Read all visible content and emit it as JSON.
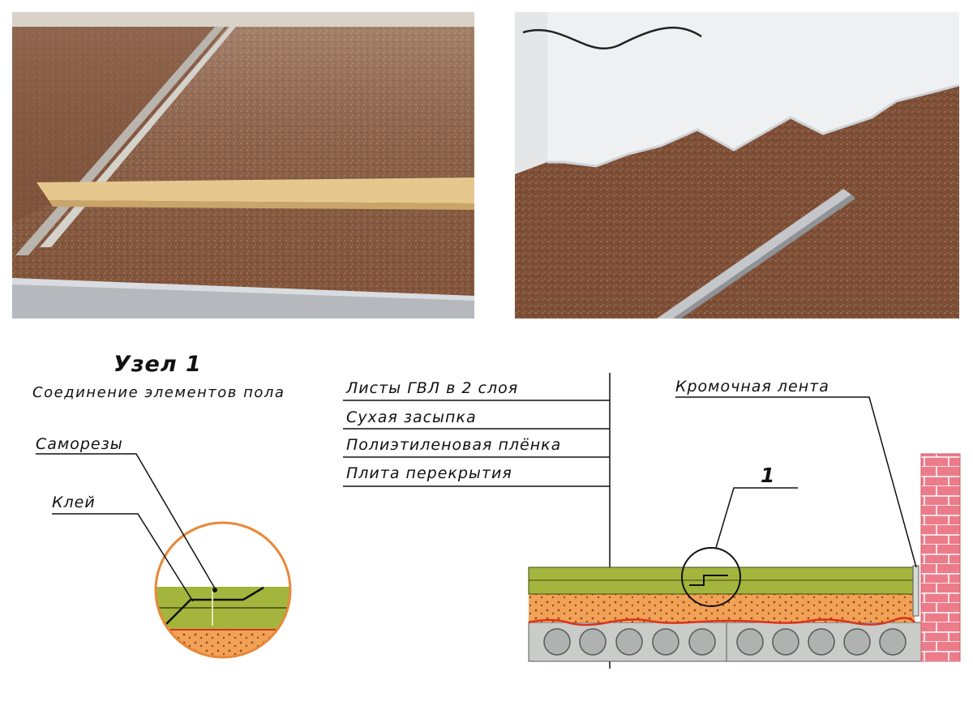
{
  "photos": {
    "left": {
      "name": "dry-backfill-with-guide-rails-photo"
    },
    "right": {
      "name": "gvl-sheets-laying-photo"
    }
  },
  "node": {
    "title": "Узел 1",
    "subtitle": "Соединение элементов пола",
    "screws_label": "Саморезы",
    "glue_label": "Клей"
  },
  "layers": [
    "Листы ГВЛ в 2 слоя",
    "Сухая засыпка",
    "Полиэтиленовая плёнка",
    "Плита перекрытия"
  ],
  "edge_tape_label": "Кромочная лента",
  "node_ref": "1",
  "colors": {
    "gvl": "#a4b53d",
    "backfill": "#f2a256",
    "film": "#d9331f",
    "slab": "#c9ccc9",
    "brick": "#ec7c8a",
    "circle": "#e8883a"
  }
}
